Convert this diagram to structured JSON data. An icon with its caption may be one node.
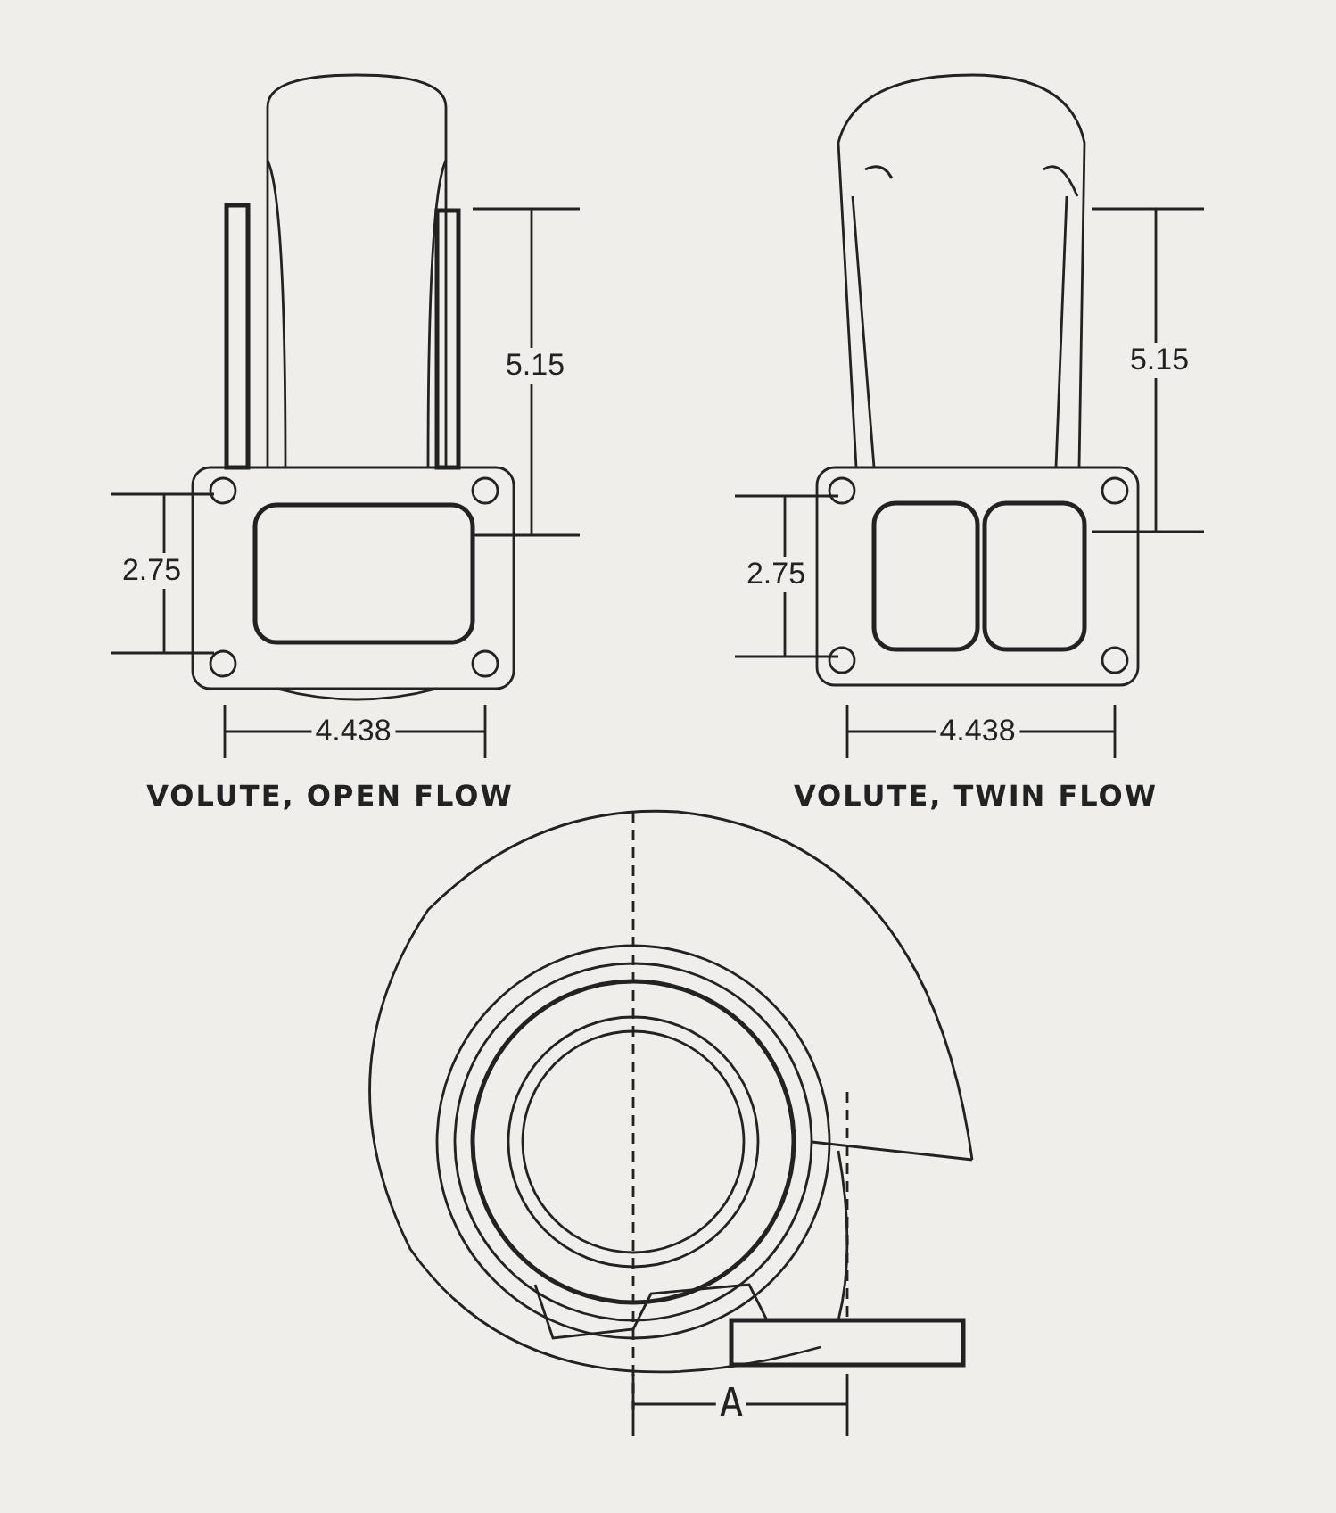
{
  "diagram": {
    "labels": [
      "5.15",
      "2.75",
      "4.438",
      "VOLUTE, OPEN FLOW",
      "5.15",
      "2.75",
      "4.438",
      "VOLUTE, TWIN FLOW",
      "A"
    ]
  }
}
